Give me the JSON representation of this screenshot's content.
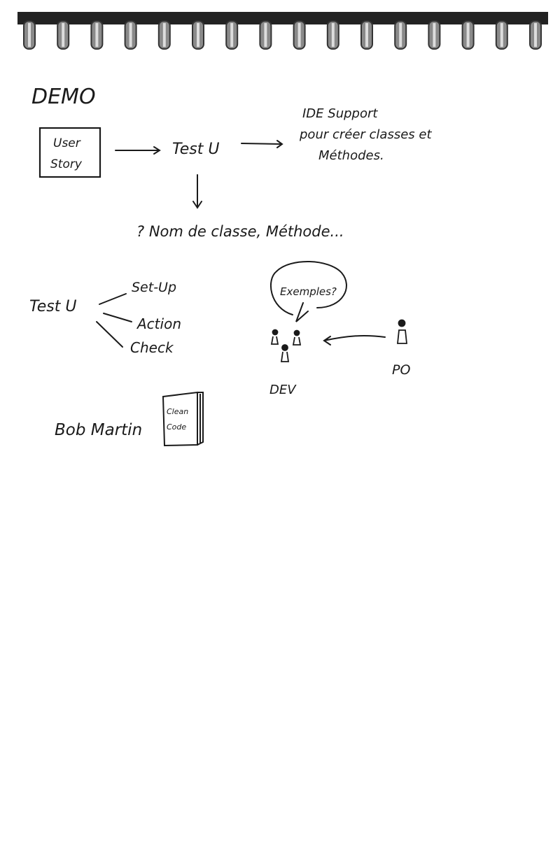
{
  "title": "DEMO",
  "flow": {
    "box": [
      "User",
      "Story"
    ],
    "step": "Test U",
    "ide_note": [
      "IDE Support",
      "pour créer classes et",
      "Méthodes."
    ],
    "question": "? Nom de classe, Méthode..."
  },
  "test_structure": {
    "root": "Test U",
    "branches": [
      "Set-Up",
      "Action",
      "Check"
    ]
  },
  "roles": {
    "bubble": "Exemples?",
    "dev_label": "DEV",
    "po_label": "PO"
  },
  "reference": {
    "author": "Bob Martin",
    "book": [
      "Clean",
      "Code"
    ]
  },
  "colors": {
    "ink": "#1a1a1a",
    "paper": "#ffffff",
    "binding": "#222222"
  }
}
